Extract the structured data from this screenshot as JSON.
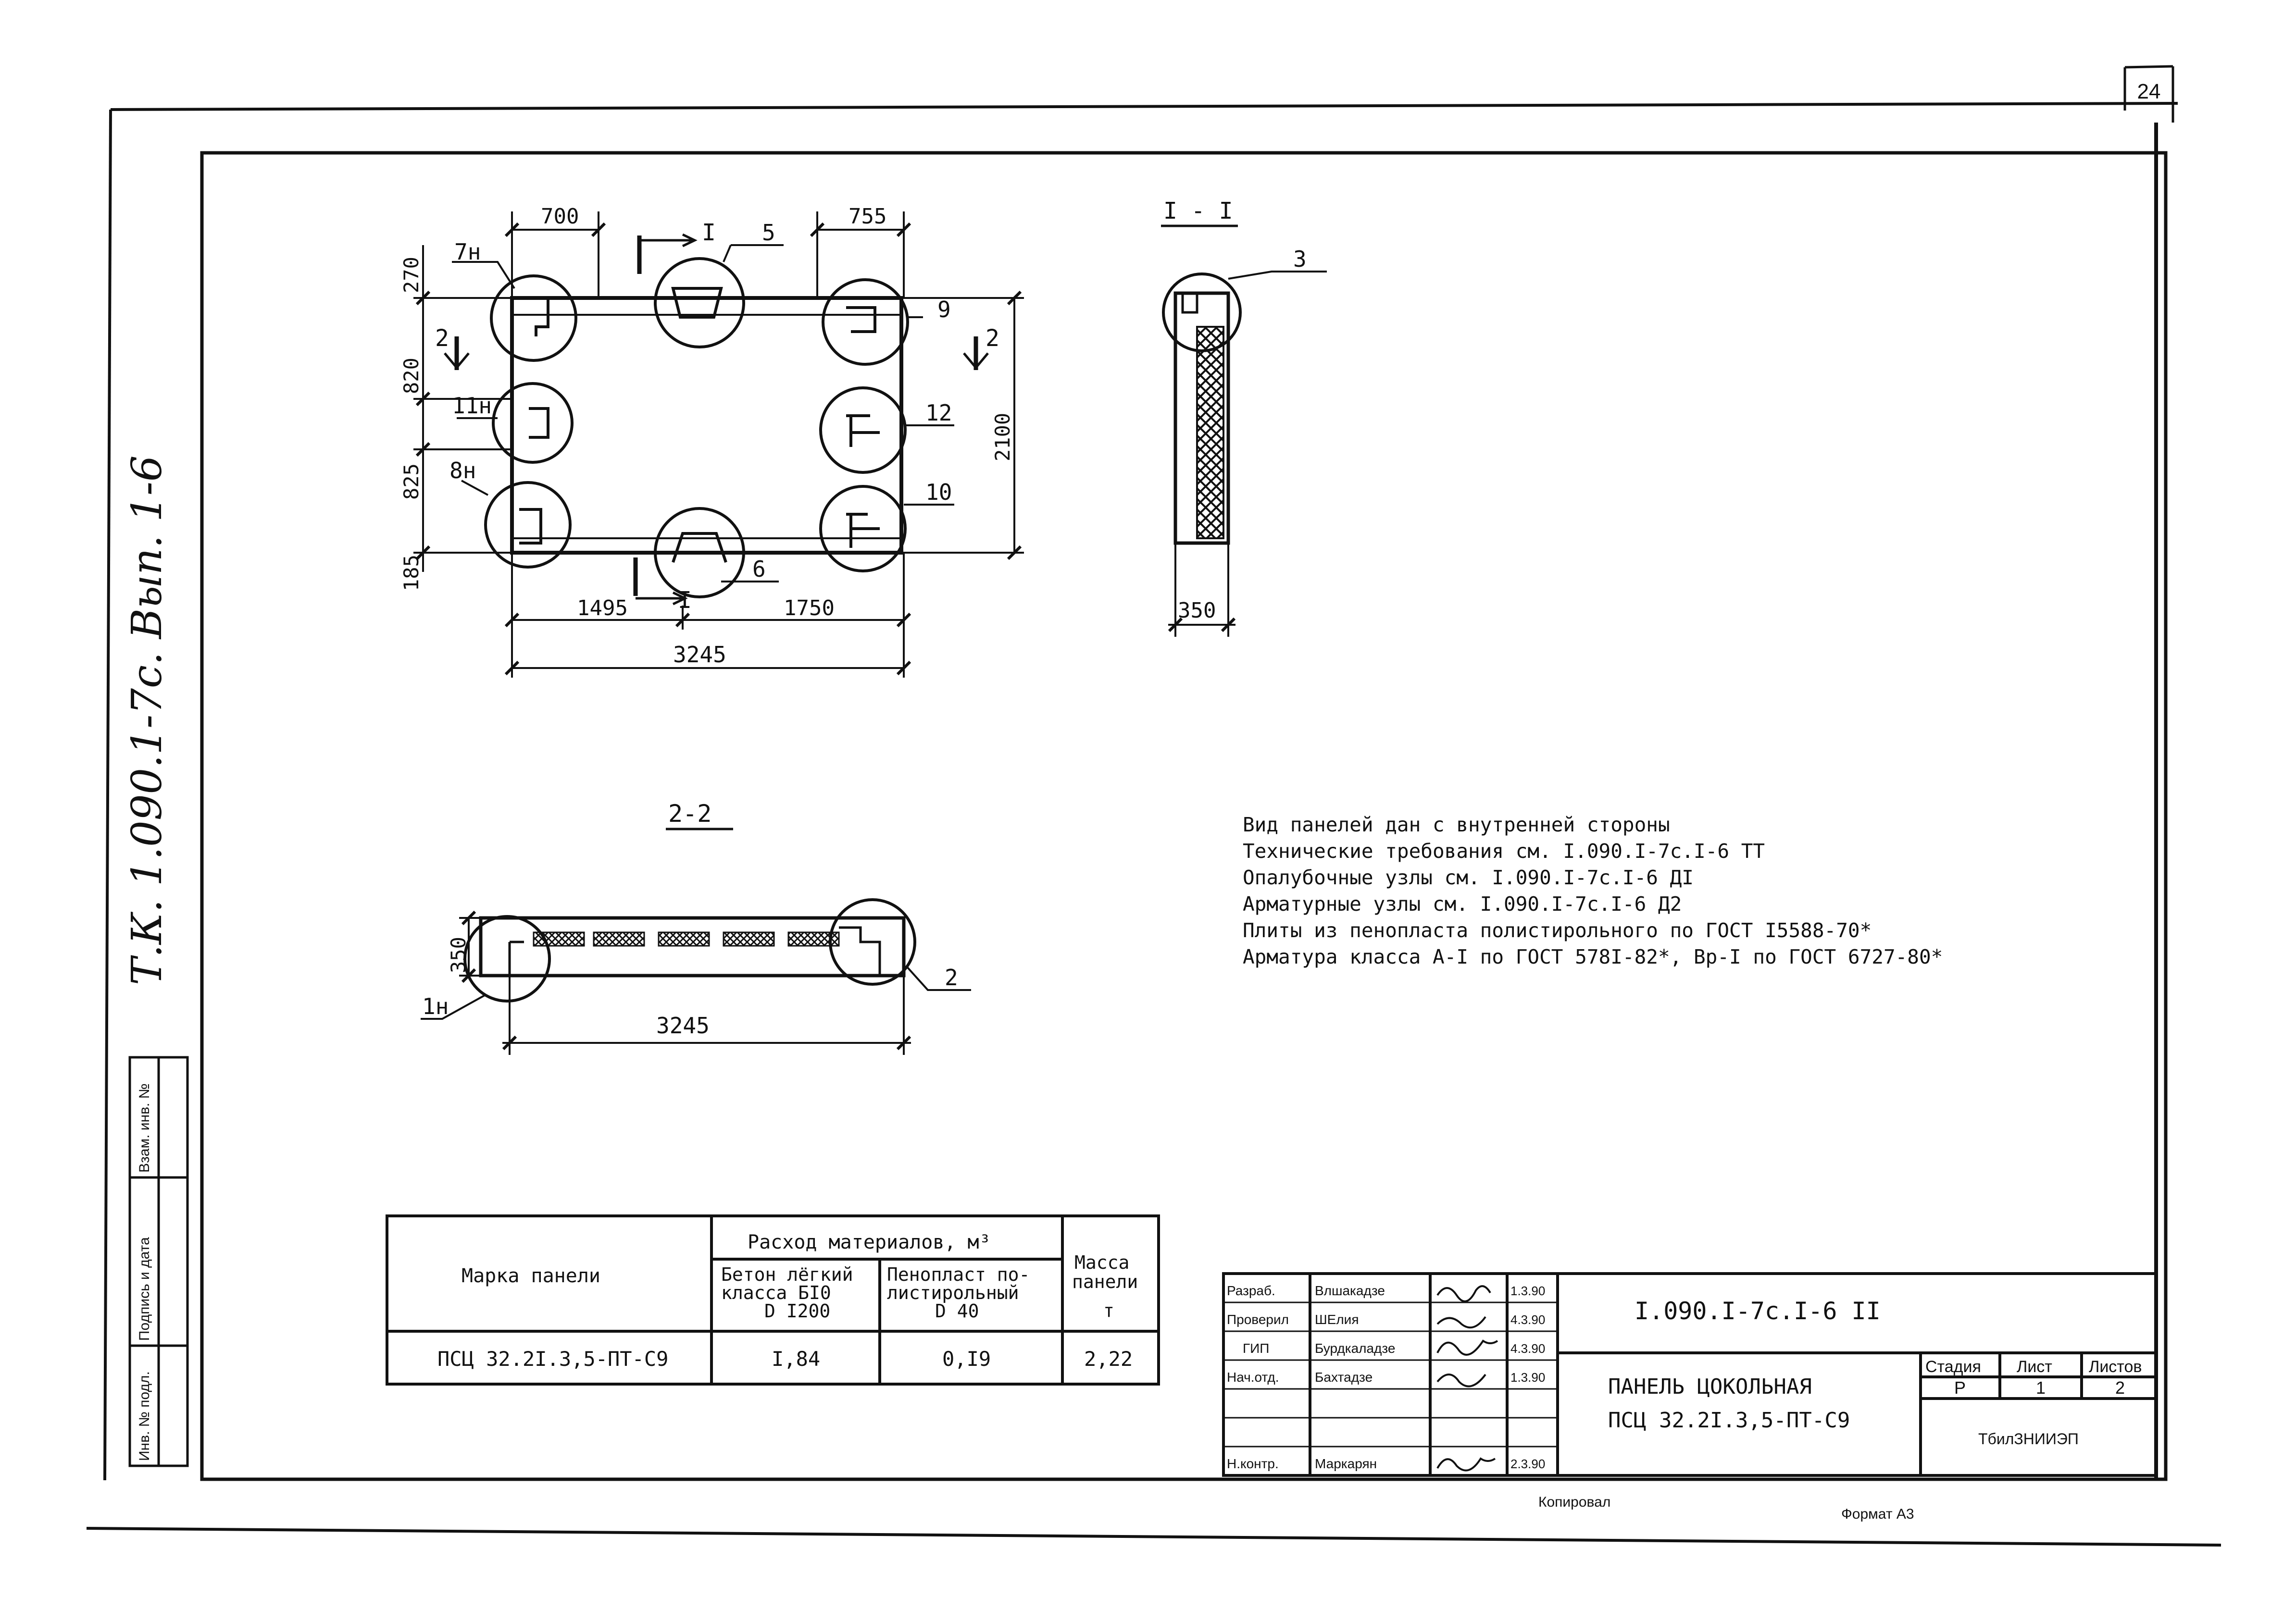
{
  "sheet_number": "24",
  "side_inscription": "Т.К. 1.090.1-7с. Вып. 1-6",
  "side_stamp": {
    "inv_podl": "Инв. № подл.",
    "podpis_data": "Подпись и дата",
    "vzam_inv": "Взам. инв. №"
  },
  "plan_view": {
    "section_marks": [
      "I",
      "I",
      "2",
      "2"
    ],
    "dims": {
      "d700": "700",
      "d755": "755",
      "d270": "270",
      "d820": "820",
      "d825": "825",
      "d185": "185",
      "d2100": "2100",
      "d1495": "1495",
      "d1750": "1750",
      "d3245": "3245"
    },
    "callouts": {
      "c7n": "7н",
      "c5": "5",
      "c9": "9",
      "c11n": "11н",
      "c12": "12",
      "c8n": "8н",
      "c10": "10",
      "c6": "6"
    }
  },
  "section_1_1": {
    "title": "I - I",
    "callout": "3",
    "dim": "350"
  },
  "section_2_2": {
    "title": "2-2",
    "dim_350": "350",
    "dim_3245": "3245",
    "callout_1n": "1н",
    "callout_2": "2"
  },
  "notes": [
    "Вид панелей дан с внутренней стороны",
    "Технические требования см. I.090.I-7с.I-6 ТТ",
    "Опалубочные узлы см. I.090.I-7с.I-6 ДI",
    "Арматурные узлы см. I.090.I-7с.I-6 Д2",
    "Плиты из пенопласта полистирольного по ГОСТ I5588-70*",
    "Арматура класса А-I по ГОСТ 578I-82*, Вр-I по ГОСТ 6727-80*"
  ],
  "material_table": {
    "h_mark": "Марка панели",
    "h_consumption": "Расход материалов, м³",
    "h_concrete_1": "Бетон лёгкий",
    "h_concrete_2": "класса    БI0",
    "h_concrete_3": "D I200",
    "h_foam_1": "Пенопласт по-",
    "h_foam_2": "листирольный",
    "h_foam_3": "D 40",
    "h_mass_1": "Масса",
    "h_mass_2": "панели",
    "h_mass_3": "т",
    "row": {
      "mark": "ПСЦ 32.2I.3,5-ПТ-С9",
      "concrete": "I,84",
      "foam": "0,I9",
      "mass": "2,22"
    }
  },
  "title_block": {
    "designation": "I.090.I-7с.I-6 II",
    "roles": [
      "Разраб.",
      "Проверил",
      "ГИП",
      "Нач.отд.",
      "",
      "",
      "Н.контр."
    ],
    "names": [
      "Влшакадзе",
      "ШЕлия",
      "Бурдкаладзе",
      "Бахтадзе",
      "",
      "",
      "Маркарян"
    ],
    "dates": [
      "1.3.90",
      "4.3.90",
      "4.3.90",
      "1.3.90",
      "",
      "",
      "2.3.90"
    ],
    "title_line1": "ПАНЕЛЬ ЦОКОЛЬНАЯ",
    "title_line2": "ПСЦ 32.2I.3,5-ПТ-С9",
    "h_stage": "Стадия",
    "h_sheet": "Лист",
    "h_sheets": "Листов",
    "stage": "Р",
    "sheet": "1",
    "sheets": "2",
    "org": "ТбилЗНИИЭП"
  },
  "footer": {
    "copied": "Копировал",
    "format": "Формат А3"
  }
}
